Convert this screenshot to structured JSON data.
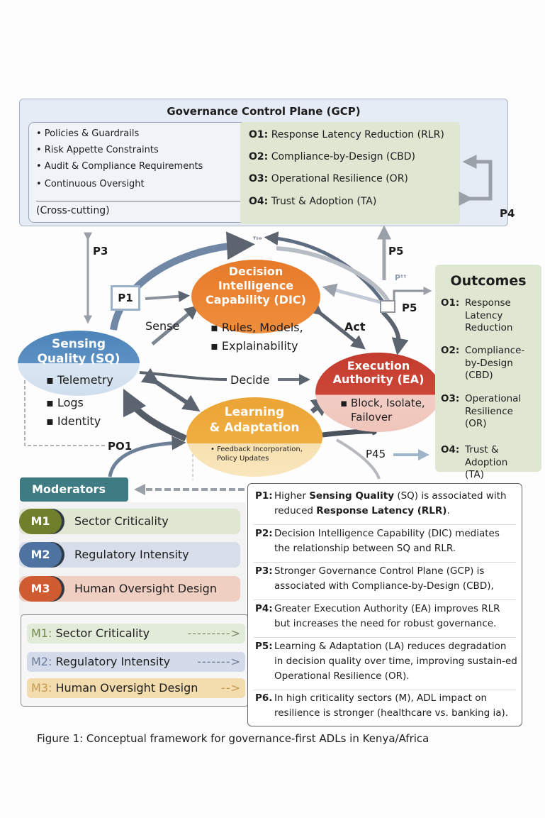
{
  "gcp": {
    "title": "Governance Control Plane (GCP)",
    "bullets": [
      "• Policies & Guardrails",
      "• Risk Appette Constraints",
      "• Audit & Compliance Requirements",
      "• Continuous Oversight"
    ],
    "cross_cutting": "(Cross-cutting)",
    "outcomes": [
      {
        "code": "O1:",
        "text": "Response Latency Reduction (RLR)"
      },
      {
        "code": "O2:",
        "text": "Compliance-by-Design (CBD)"
      },
      {
        "code": "O3:",
        "text": "Operational Resilience (OR)"
      },
      {
        "code": "O4:",
        "text": "Trust & Adoption (TA)"
      }
    ]
  },
  "path_labels": {
    "p1": "P1",
    "p3": "P3",
    "p4": "P4",
    "p5_top": "P5",
    "p5_right": "P5",
    "p01": "PO1",
    "p45": "P45",
    "garbled_top": "ᵀᶦᵒ",
    "garbled_right": "Pᵗᵗ"
  },
  "flow_labels": {
    "sense": "Sense",
    "decide": "Decide",
    "act": "Act"
  },
  "nodes": {
    "sq": {
      "title_1": "Sensing",
      "title_2": "Quality (SQ)",
      "items": [
        "▪ Telemetry",
        "▪ Logs",
        "▪ Identity"
      ]
    },
    "dic": {
      "title_1": "Decision",
      "title_2": "Intelligence",
      "title_3": "Capability (DIC)",
      "items": [
        "▪ Rules, Models,",
        "▪ Explainability"
      ]
    },
    "ea": {
      "title_1": "Execution",
      "title_2": "Authority (EA)",
      "item_1": "▪ Block, Isolate,",
      "item_2": "Failover"
    },
    "la": {
      "title_1": "Learning",
      "title_2": "& Adaptation",
      "item_1": "• Feedback Incorporation,",
      "item_2": "Policy Updates"
    }
  },
  "outcomes": {
    "title": "Outcomes",
    "items": [
      {
        "code": "O1:",
        "text": "Response Latency Reduction"
      },
      {
        "code": "O2:",
        "text": "Compliance-by-Design (CBD)"
      },
      {
        "code": "O3:",
        "text": "Operational Resilience (OR)"
      },
      {
        "code": "O4:",
        "text": "Trust & Adoption (TA)"
      }
    ]
  },
  "moderators": {
    "title": "Moderators",
    "items": [
      {
        "code": "M1",
        "label": "Sector Criticality",
        "color": "#6f7f2c",
        "bg": "#dfe6d2"
      },
      {
        "code": "M2",
        "label": "Regulatory Intensity",
        "color": "#4e73a1",
        "bg": "#d7dde9"
      },
      {
        "code": "M3",
        "label": "Human Oversight Design",
        "color": "#cf5b31",
        "bg": "#efcfc2"
      }
    ],
    "legend": [
      {
        "code": "M1:",
        "label": "Sector Criticality",
        "dash": "--------->"
      },
      {
        "code": "M2:",
        "label": "Regulatory Intensity",
        "dash": "------->"
      },
      {
        "code": "M3:",
        "label": "Human Oversight Design",
        "dash": "-->"
      }
    ]
  },
  "propositions": [
    {
      "key": "P1:",
      "pre": "Higher ",
      "b1": "Sensing Quality",
      "mid": " (SQ) is associated with reduced ",
      "b2": "Response Latency (RLR)",
      "post": "."
    },
    {
      "key": "P2:",
      "text": "Decision Intelligence Capability (DIC) mediates the relationship between SQ and RLR."
    },
    {
      "key": "P3:",
      "text": "Stronger Governance Control Plane (GCP) is associated with Compliance-by-Design (CBD),"
    },
    {
      "key": "P4:",
      "text": "Greater Execution Authority (EA) improves RLR but increases the need for robust governance."
    },
    {
      "key": "P5:",
      "text": "Learning & Adaptation (LA) reduces degradation in decision quality over time, improving sustain-ed Operational Resilience (OR)."
    },
    {
      "key": "P6.",
      "text": "In high criticality sectors (M), ADL impact on resilience is stronger (healthcare vs. banking ia)."
    }
  ],
  "caption": "Figure 1: Conceptual framework for governance-first ADLs in Kenya/Africa",
  "colors": {
    "sq": "#4c83b9",
    "dic": "#e67a2a",
    "ea": "#c23b2e",
    "la": "#eba435",
    "outcome_bg": "#dfe6d2",
    "gcp_bg": "#e6ecf5",
    "moderator_header": "#3f7b82"
  }
}
